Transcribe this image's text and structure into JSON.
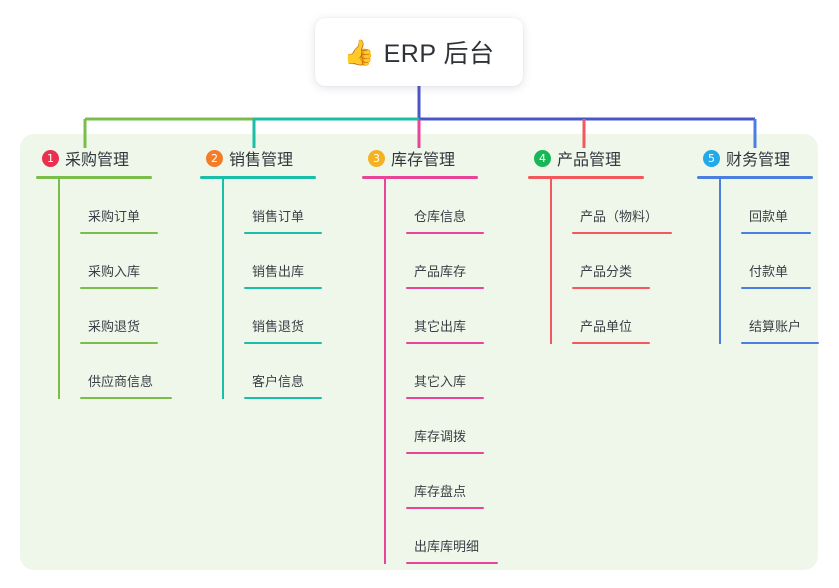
{
  "title": {
    "emoji": "👍",
    "emoji_name": "thumbs-up-icon",
    "text": "ERP 后台"
  },
  "colors": {
    "panel_bg": "#eff7ea",
    "card_bg": "#ffffff",
    "text": "#32373d",
    "trunk": "#4a56c8",
    "branch_green": "#7bbd4a",
    "branch_teal": "#19bfa6",
    "branch_blue": "#4a56c8",
    "drop_green": "#7bbd4a",
    "drop_teal": "#19bfa6",
    "drop_pink": "#e8449a",
    "drop_red": "#f2585c",
    "drop_blue": "#4a7fe0"
  },
  "columns": [
    {
      "number": "1",
      "title": "采购管理",
      "badge_color": "#ec2f4f",
      "line_color": "#7bbd4a",
      "head_rule_width": 116,
      "items": [
        {
          "label": "采购订单",
          "rule_width": 78
        },
        {
          "label": "采购入库",
          "rule_width": 78
        },
        {
          "label": "采购退货",
          "rule_width": 78
        },
        {
          "label": "供应商信息",
          "rule_width": 92
        }
      ]
    },
    {
      "number": "2",
      "title": "销售管理",
      "badge_color": "#f47b28",
      "line_color": "#19bfa6",
      "head_rule_width": 116,
      "items": [
        {
          "label": "销售订单",
          "rule_width": 78
        },
        {
          "label": "销售出库",
          "rule_width": 78
        },
        {
          "label": "销售退货",
          "rule_width": 78
        },
        {
          "label": "客户信息",
          "rule_width": 78
        }
      ]
    },
    {
      "number": "3",
      "title": "库存管理",
      "badge_color": "#f5b220",
      "line_color": "#e8449a",
      "head_rule_width": 116,
      "items": [
        {
          "label": "仓库信息",
          "rule_width": 78
        },
        {
          "label": "产品库存",
          "rule_width": 78
        },
        {
          "label": "其它出库",
          "rule_width": 78
        },
        {
          "label": "其它入库",
          "rule_width": 78
        },
        {
          "label": "库存调拨",
          "rule_width": 78
        },
        {
          "label": "库存盘点",
          "rule_width": 78
        },
        {
          "label": "出库库明细",
          "rule_width": 92
        }
      ]
    },
    {
      "number": "4",
      "title": "产品管理",
      "badge_color": "#18b755",
      "line_color": "#f2585c",
      "head_rule_width": 116,
      "items": [
        {
          "label": "产品（物料）",
          "rule_width": 100
        },
        {
          "label": "产品分类",
          "rule_width": 78
        },
        {
          "label": "产品单位",
          "rule_width": 78
        }
      ]
    },
    {
      "number": "5",
      "title": "财务管理",
      "badge_color": "#24a9e8",
      "line_color": "#4a7fe0",
      "head_rule_width": 116,
      "items": [
        {
          "label": "回款单",
          "rule_width": 70
        },
        {
          "label": "付款单",
          "rule_width": 70
        },
        {
          "label": "结算账户",
          "rule_width": 78
        }
      ]
    }
  ]
}
